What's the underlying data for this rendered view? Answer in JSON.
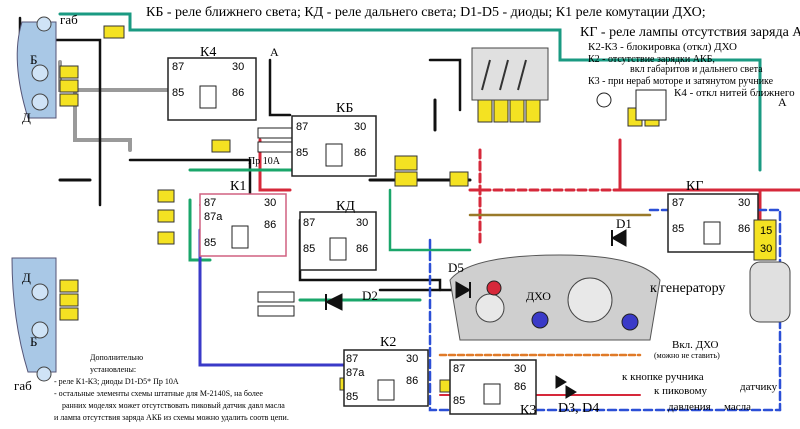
{
  "legend": {
    "line1": "КБ - реле ближнего света; КД - реле дальнего света; D1-D5 - диоды; К1 реле комутации ДХО;",
    "kg": "КГ - реле лампы отсутствия заряда АКБ",
    "k2k3": "К2-К3 - блокировка (откл) ДХО",
    "k2a": "К2 - отсутствие зарядки АКБ,",
    "k2b": "вкл габаритов и дальнего света",
    "k3": "К3 - при нераб моторе и затянутом ручнике",
    "k4": "К4 - откл нитей ближнего"
  },
  "labels": {
    "gab_top": "габ",
    "gab_bottom": "габ",
    "b_top": "Б",
    "d_top": "Д",
    "d_bottom": "Д",
    "b_bottom": "Б",
    "k4": "К4",
    "kb": "КБ",
    "kd": "КД",
    "k1": "К1",
    "k2": "К2",
    "k3": "К3",
    "kg": "КГ",
    "d1": "D1",
    "d2": "D2",
    "d5": "D5",
    "d3d4": "D3, D4",
    "fuse": "Пр 10А",
    "plus_a_left": "А",
    "plus_a_right": "А",
    "dho": "ДХО",
    "to_generator": "к генератору",
    "vkl_dho": "Вкл. ДХО",
    "optional": "(можно не ставить)",
    "to_handbrake": "к кнопке ручника",
    "to_oil": "к пиковому",
    "oil2": "давления",
    "oil3": "масла",
    "sensor": "датчику",
    "fuse15": "15",
    "fuse30": "30"
  },
  "pins": {
    "p87": "87",
    "p30": "30",
    "p85": "85",
    "p86": "86",
    "p87a": "87а"
  },
  "note": {
    "title": "Дополнительно",
    "title2": "установлены:",
    "l1": "- реле К1-К3; диоды D1-D5* Пр 10А",
    "l2": "- остальные элементы схемы штатные для М-2140S, на более",
    "l3": "ранних моделях может отсутствовать пиковый датчик давл масла",
    "l4": "и лампа отсутствия заряда АКБ из схемы можно удалить соотв цепи."
  }
}
